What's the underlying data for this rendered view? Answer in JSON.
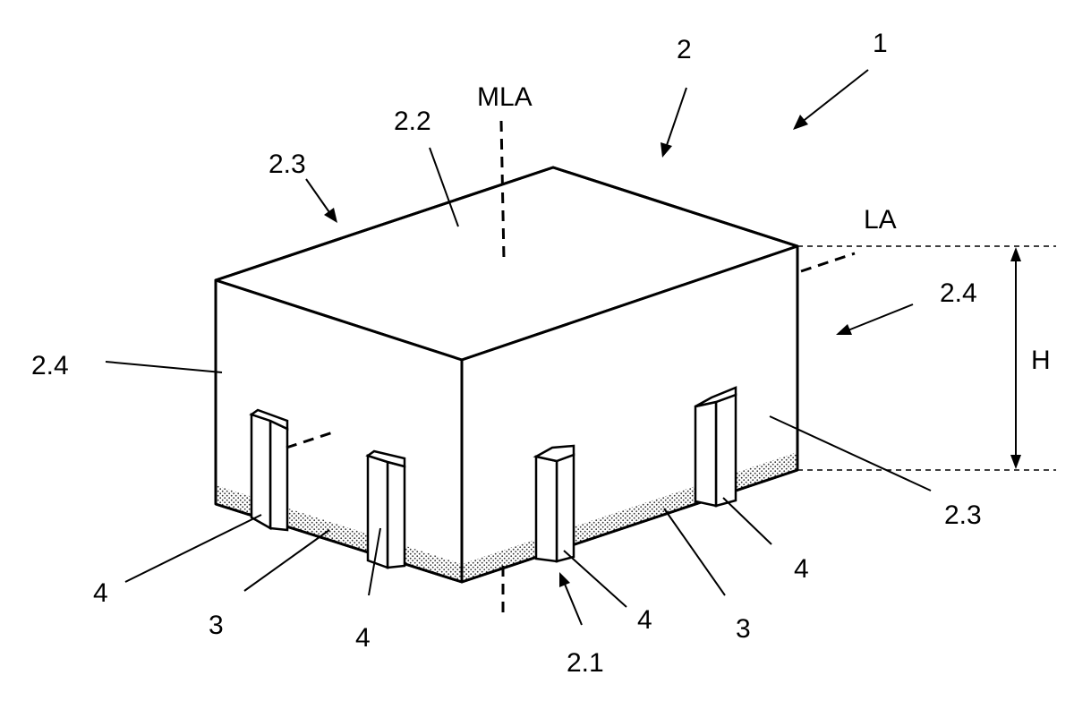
{
  "labels": {
    "ref_1": "1",
    "ref_2": "2",
    "mla": "MLA",
    "ref_2_2": "2.2",
    "ref_2_3_top": "2.3",
    "la": "LA",
    "ref_2_4_right": "2.4",
    "ref_2_4_left": "2.4",
    "h": "H",
    "ref_2_3_right": "2.3",
    "ref_4_right": "4",
    "ref_4_left": "4",
    "ref_3_left": "3",
    "ref_4_mid": "4",
    "ref_2_1": "2.1",
    "ref_4_front": "4",
    "ref_3_right": "3"
  }
}
